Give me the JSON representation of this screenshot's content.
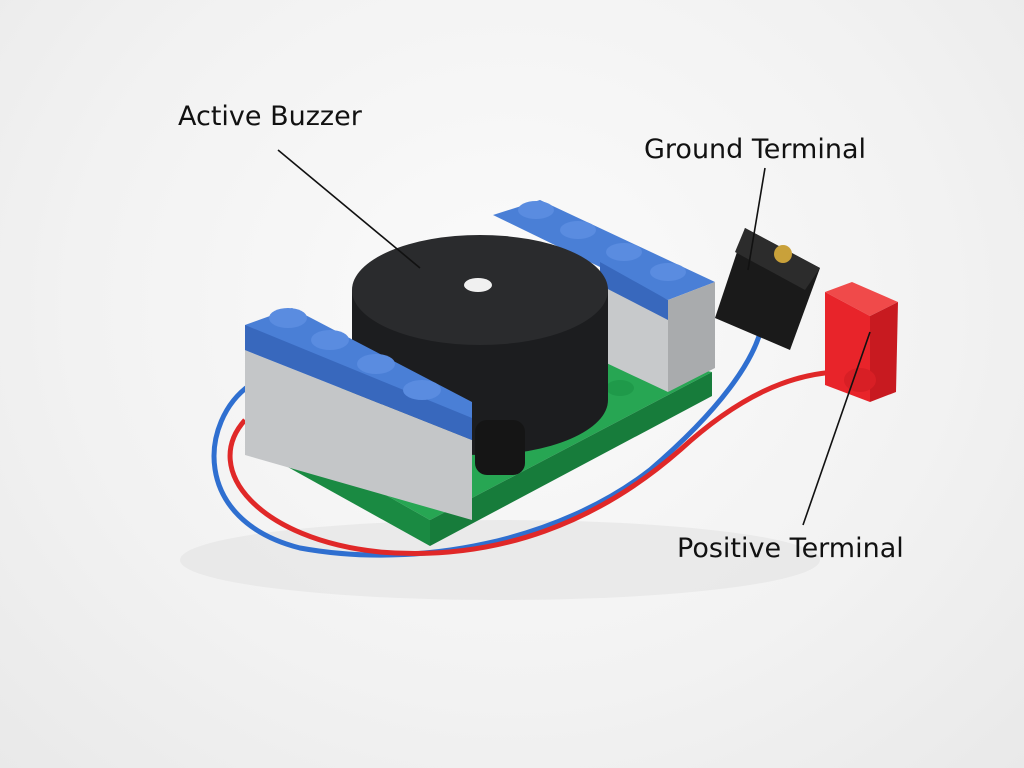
{
  "labels": {
    "active_buzzer": "Active Buzzer",
    "ground_terminal": "Ground Terminal",
    "positive_terminal": "Positive Terminal"
  },
  "colors": {
    "base_plate": "#1f9a4a",
    "brick_gray": "#c4c6c8",
    "brick_blue": "#3f72c8",
    "buzzer": "#1e1f21",
    "wire_red": "#e02828",
    "wire_blue": "#2f6fd0",
    "terminal_red": "#e8242a",
    "terminal_black": "#1a1a1a"
  }
}
